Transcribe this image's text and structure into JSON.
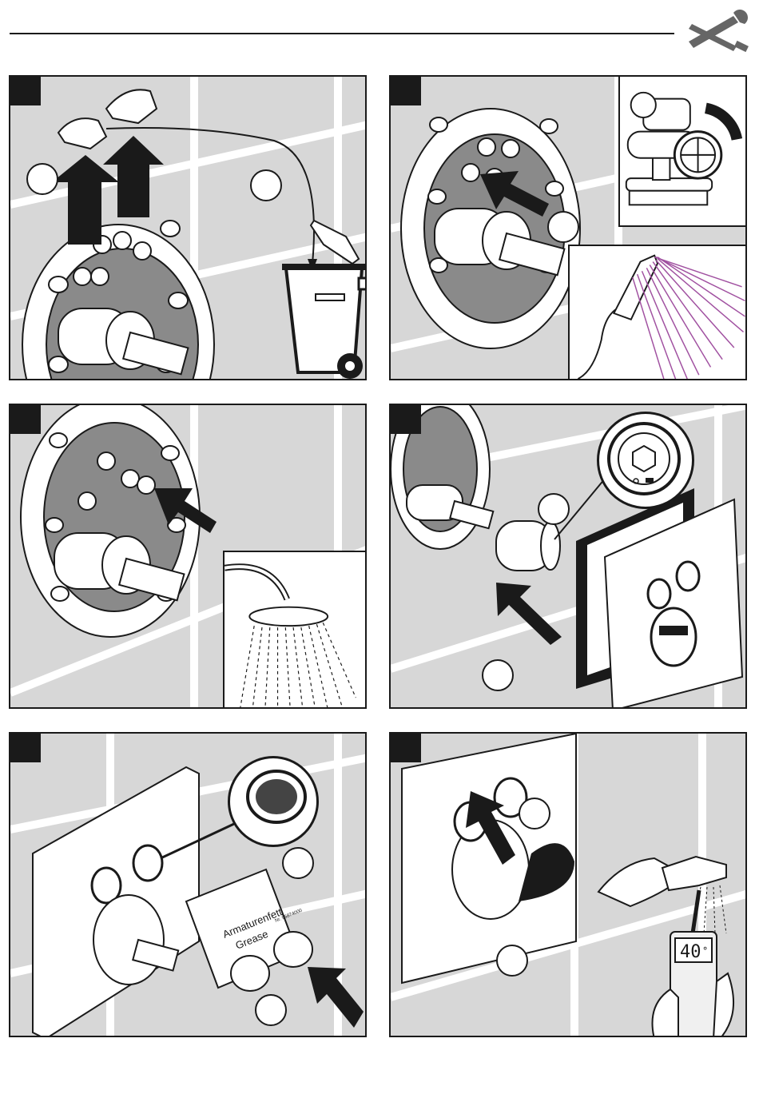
{
  "header": {
    "tool_icon": "wrench-screwdriver-icon"
  },
  "panels": [
    {
      "id": "p1",
      "icons": [
        "cap-icon",
        "cap-icon",
        "up-arrow-icon",
        "trash-bin-icon"
      ]
    },
    {
      "id": "p2",
      "icons": [
        "flush-valve-icon",
        "hand-shower-spray-icon"
      ]
    },
    {
      "id": "p3",
      "icons": [
        "overhead-shower-spray-icon"
      ]
    },
    {
      "id": "p4",
      "icons": [
        "cartridge-detail-icon",
        "cover-plate-icon"
      ]
    },
    {
      "id": "p5",
      "grease_packet": {
        "line1": "Armaturenfett",
        "line2": "Grease",
        "code": "Nr. 95874000"
      }
    },
    {
      "id": "p6",
      "thermometer": {
        "reading": "40",
        "unit": "°"
      }
    }
  ]
}
